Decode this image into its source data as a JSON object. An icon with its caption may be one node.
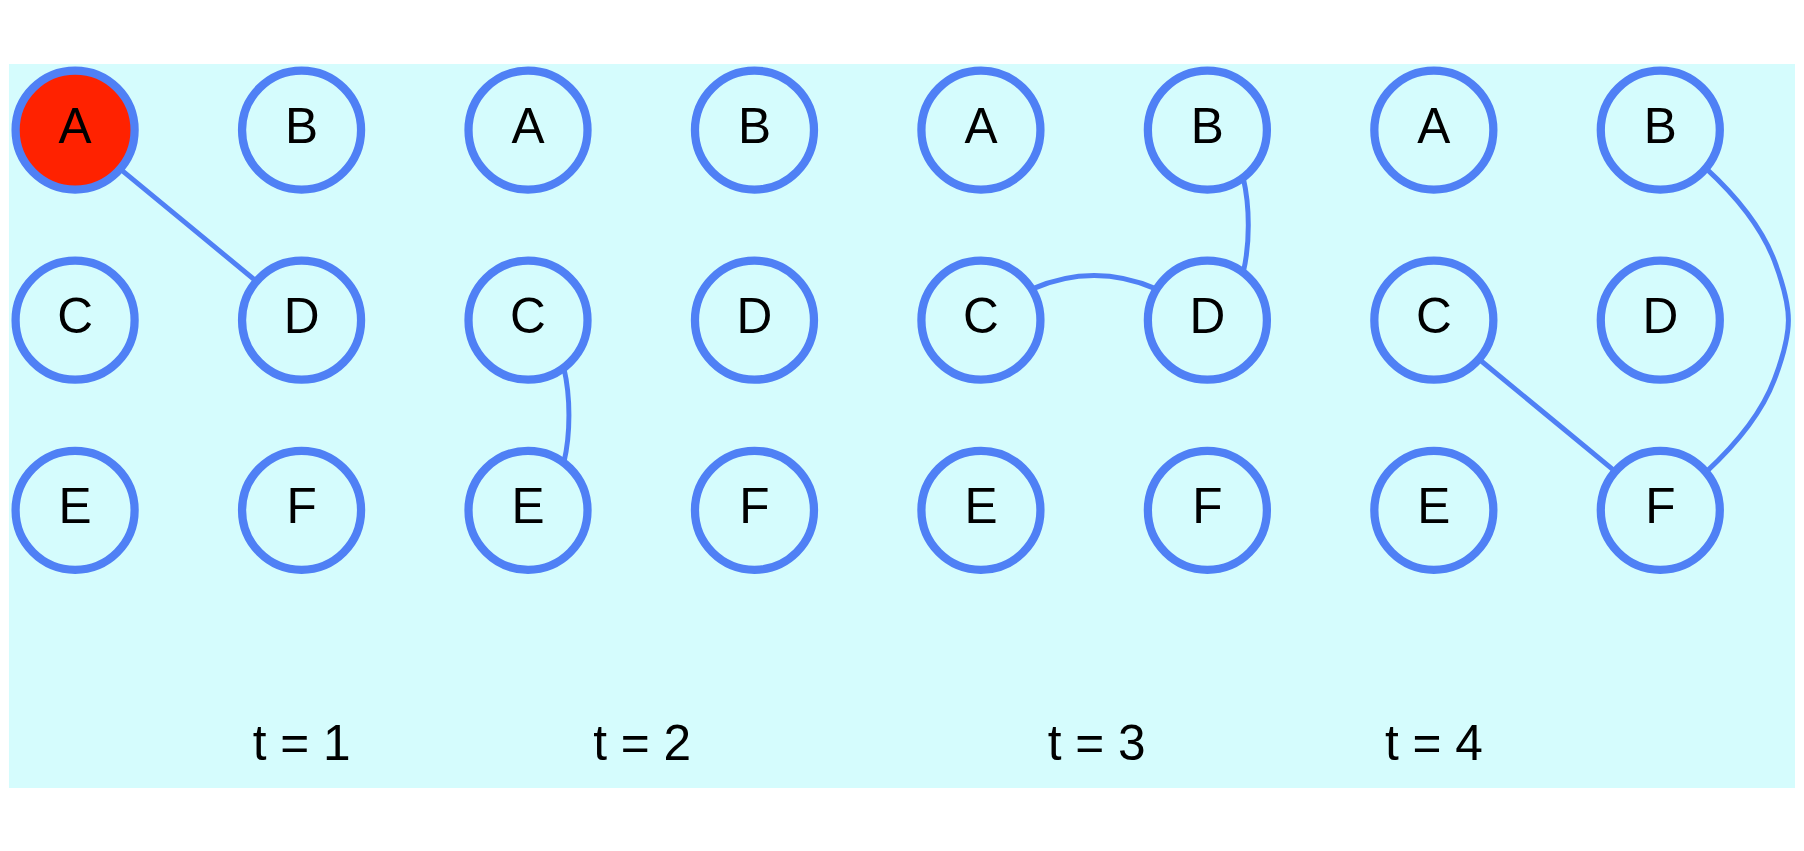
{
  "diagram": {
    "nodes": [
      {
        "text": [
          "A"
        ]
      },
      {
        "text": [
          "B"
        ]
      },
      {
        "text": [
          "C"
        ]
      },
      {
        "text": [
          "D"
        ]
      },
      {
        "text": [
          "E"
        ]
      },
      {
        "text": [
          "F"
        ]
      },
      {
        "text": [
          "A"
        ]
      },
      {
        "text": [
          "B"
        ]
      },
      {
        "text": [
          "C"
        ]
      },
      {
        "text": [
          "D"
        ]
      },
      {
        "text": [
          "E"
        ]
      },
      {
        "text": [
          "F"
        ]
      },
      {
        "text": [
          "A"
        ]
      },
      {
        "text": [
          "B"
        ]
      },
      {
        "text": [
          "C"
        ]
      },
      {
        "text": [
          "D"
        ]
      },
      {
        "text": [
          "E"
        ]
      },
      {
        "text": [
          "F"
        ]
      },
      {
        "text": [
          "A"
        ]
      },
      {
        "text": [
          "B"
        ]
      },
      {
        "text": [
          "C"
        ]
      },
      {
        "text": [
          "D"
        ]
      },
      {
        "text": [
          "E"
        ]
      },
      {
        "text": [
          "F"
        ]
      }
    ],
    "edges": [
      {
        "from": 0,
        "to": 3,
        "arrow": "none"
      },
      {
        "from": 8,
        "to": 10,
        "arrow": "none"
      },
      {
        "from": 13,
        "to": 15,
        "arrow": "none"
      },
      {
        "from": 14,
        "to": 15,
        "arrow": "none"
      },
      {
        "from": 19,
        "to": 23,
        "arrow": "none"
      },
      {
        "from": 20,
        "to": 23,
        "arrow": "none"
      }
    ],
    "labels": [
      "t = 1",
      "t = 2",
      "t = 3",
      "t = 4"
    ]
  }
}
